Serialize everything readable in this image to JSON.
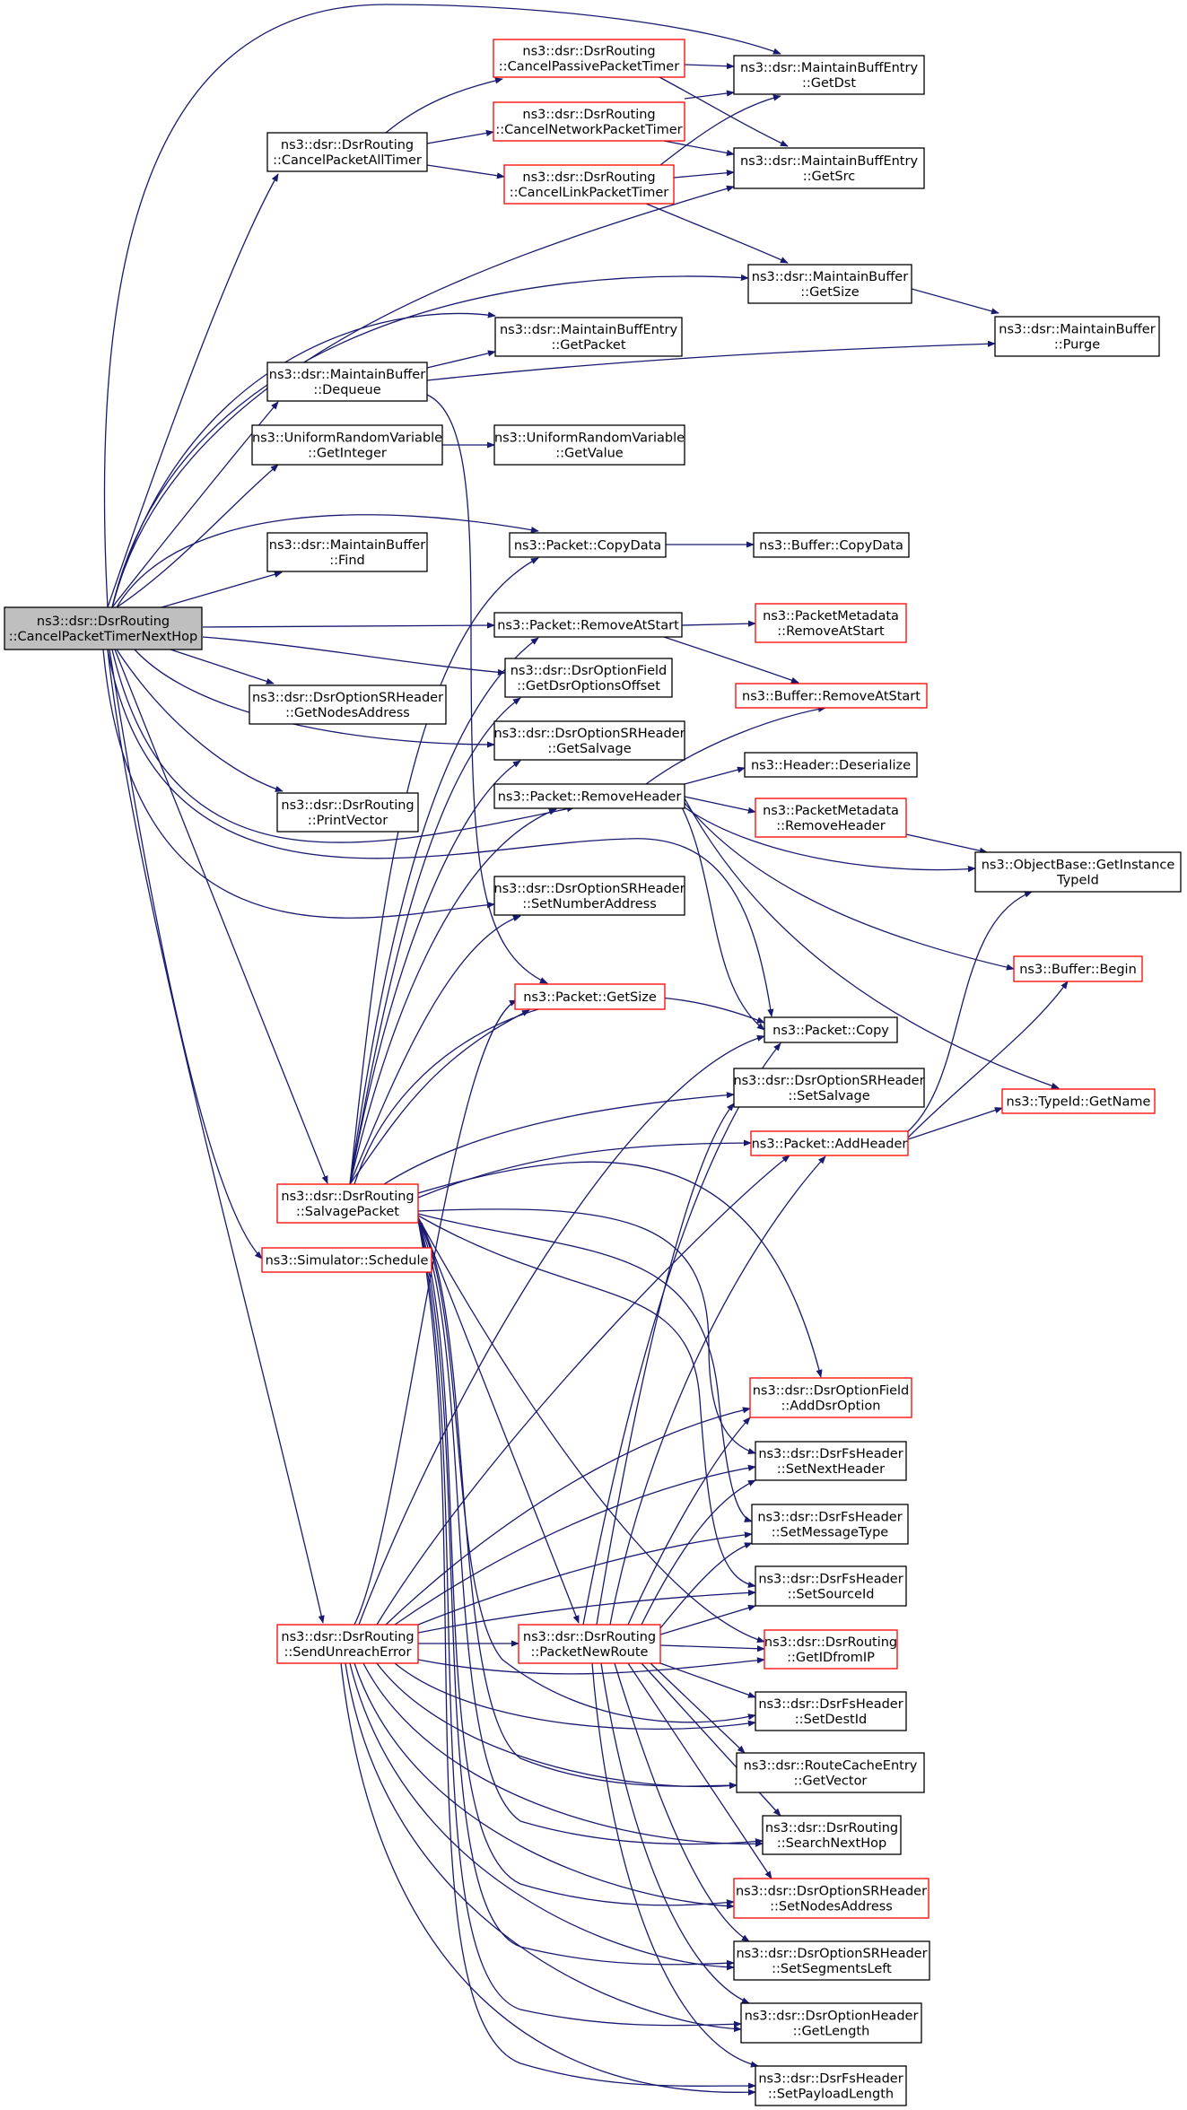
{
  "edge_color": "#191970",
  "nodes": [
    {
      "id": "root",
      "lines": [
        "ns3::dsr::DsrRouting",
        "::CancelPacketTimerNextHop"
      ],
      "style": "root"
    },
    {
      "id": "cpat",
      "lines": [
        "ns3::dsr::DsrRouting",
        "::CancelPacketAllTimer"
      ],
      "style": "normal"
    },
    {
      "id": "cppt",
      "lines": [
        "ns3::dsr::DsrRouting",
        "::CancelPassivePacketTimer"
      ],
      "style": "red"
    },
    {
      "id": "cnpt",
      "lines": [
        "ns3::dsr::DsrRouting",
        "::CancelNetworkPacketTimer"
      ],
      "style": "red"
    },
    {
      "id": "clpt",
      "lines": [
        "ns3::dsr::DsrRouting",
        "::CancelLinkPacketTimer"
      ],
      "style": "red"
    },
    {
      "id": "mbe_dst",
      "lines": [
        "ns3::dsr::MaintainBuffEntry",
        "::GetDst"
      ],
      "style": "normal"
    },
    {
      "id": "mbe_src",
      "lines": [
        "ns3::dsr::MaintainBuffEntry",
        "::GetSrc"
      ],
      "style": "normal"
    },
    {
      "id": "mb_size",
      "lines": [
        "ns3::dsr::MaintainBuffer",
        "::GetSize"
      ],
      "style": "normal"
    },
    {
      "id": "mb_purge",
      "lines": [
        "ns3::dsr::MaintainBuffer",
        "::Purge"
      ],
      "style": "normal"
    },
    {
      "id": "mbe_pkt",
      "lines": [
        "ns3::dsr::MaintainBuffEntry",
        "::GetPacket"
      ],
      "style": "normal"
    },
    {
      "id": "mb_deq",
      "lines": [
        "ns3::dsr::MaintainBuffer",
        "::Dequeue"
      ],
      "style": "normal"
    },
    {
      "id": "urv_int",
      "lines": [
        "ns3::UniformRandomVariable",
        "::GetInteger"
      ],
      "style": "normal"
    },
    {
      "id": "urv_val",
      "lines": [
        "ns3::UniformRandomVariable",
        "::GetValue"
      ],
      "style": "normal"
    },
    {
      "id": "mb_find",
      "lines": [
        "ns3::dsr::MaintainBuffer",
        "::Find"
      ],
      "style": "normal"
    },
    {
      "id": "pkt_copydata",
      "lines": [
        "ns3::Packet::CopyData"
      ],
      "style": "normal"
    },
    {
      "id": "buf_copydata",
      "lines": [
        "ns3::Buffer::CopyData"
      ],
      "style": "normal"
    },
    {
      "id": "pkt_ras",
      "lines": [
        "ns3::Packet::RemoveAtStart"
      ],
      "style": "normal"
    },
    {
      "id": "pm_ras",
      "lines": [
        "ns3::PacketMetadata",
        "::RemoveAtStart"
      ],
      "style": "red"
    },
    {
      "id": "buf_ras",
      "lines": [
        "ns3::Buffer::RemoveAtStart"
      ],
      "style": "red"
    },
    {
      "id": "dof_off",
      "lines": [
        "ns3::dsr::DsrOptionField",
        "::GetDsrOptionsOffset"
      ],
      "style": "normal"
    },
    {
      "id": "sr_getnodes",
      "lines": [
        "ns3::dsr::DsrOptionSRHeader",
        "::GetNodesAddress"
      ],
      "style": "normal"
    },
    {
      "id": "sr_getsalv",
      "lines": [
        "ns3::dsr::DsrOptionSRHeader",
        "::GetSalvage"
      ],
      "style": "normal"
    },
    {
      "id": "hdr_deser",
      "lines": [
        "ns3::Header::Deserialize"
      ],
      "style": "normal"
    },
    {
      "id": "pkt_rmhdr",
      "lines": [
        "ns3::Packet::RemoveHeader"
      ],
      "style": "normal"
    },
    {
      "id": "pm_rmhdr",
      "lines": [
        "ns3::PacketMetadata",
        "::RemoveHeader"
      ],
      "style": "red"
    },
    {
      "id": "printvec",
      "lines": [
        "ns3::dsr::DsrRouting",
        "::PrintVector"
      ],
      "style": "normal"
    },
    {
      "id": "ob_gitid",
      "lines": [
        "ns3::ObjectBase::GetInstance",
        "TypeId"
      ],
      "style": "normal"
    },
    {
      "id": "sr_setnum",
      "lines": [
        "ns3::dsr::DsrOptionSRHeader",
        "::SetNumberAddress"
      ],
      "style": "normal"
    },
    {
      "id": "buf_begin",
      "lines": [
        "ns3::Buffer::Begin"
      ],
      "style": "red"
    },
    {
      "id": "pkt_getsize",
      "lines": [
        "ns3::Packet::GetSize"
      ],
      "style": "red"
    },
    {
      "id": "pkt_copy",
      "lines": [
        "ns3::Packet::Copy"
      ],
      "style": "normal"
    },
    {
      "id": "sr_setsalv",
      "lines": [
        "ns3::dsr::DsrOptionSRHeader",
        "::SetSalvage"
      ],
      "style": "normal"
    },
    {
      "id": "tid_name",
      "lines": [
        "ns3::TypeId::GetName"
      ],
      "style": "red"
    },
    {
      "id": "pkt_addhdr",
      "lines": [
        "ns3::Packet::AddHeader"
      ],
      "style": "red"
    },
    {
      "id": "salvage",
      "lines": [
        "ns3::dsr::DsrRouting",
        "::SalvagePacket"
      ],
      "style": "red"
    },
    {
      "id": "sim_sched",
      "lines": [
        "ns3::Simulator::Schedule"
      ],
      "style": "red"
    },
    {
      "id": "dof_add",
      "lines": [
        "ns3::dsr::DsrOptionField",
        "::AddDsrOption"
      ],
      "style": "red"
    },
    {
      "id": "fs_next",
      "lines": [
        "ns3::dsr::DsrFsHeader",
        "::SetNextHeader"
      ],
      "style": "normal"
    },
    {
      "id": "fs_msg",
      "lines": [
        "ns3::dsr::DsrFsHeader",
        "::SetMessageType"
      ],
      "style": "normal"
    },
    {
      "id": "fs_src",
      "lines": [
        "ns3::dsr::DsrFsHeader",
        "::SetSourceId"
      ],
      "style": "normal"
    },
    {
      "id": "unreach",
      "lines": [
        "ns3::dsr::DsrRouting",
        "::SendUnreachError"
      ],
      "style": "red"
    },
    {
      "id": "newroute",
      "lines": [
        "ns3::dsr::DsrRouting",
        "::PacketNewRoute"
      ],
      "style": "red"
    },
    {
      "id": "getid",
      "lines": [
        "ns3::dsr::DsrRouting",
        "::GetIDfromIP"
      ],
      "style": "red"
    },
    {
      "id": "fs_dest",
      "lines": [
        "ns3::dsr::DsrFsHeader",
        "::SetDestId"
      ],
      "style": "normal"
    },
    {
      "id": "rce_vec",
      "lines": [
        "ns3::dsr::RouteCacheEntry",
        "::GetVector"
      ],
      "style": "normal"
    },
    {
      "id": "snh",
      "lines": [
        "ns3::dsr::DsrRouting",
        "::SearchNextHop"
      ],
      "style": "normal"
    },
    {
      "id": "sr_setnodes",
      "lines": [
        "ns3::dsr::DsrOptionSRHeader",
        "::SetNodesAddress"
      ],
      "style": "red"
    },
    {
      "id": "sr_setseg",
      "lines": [
        "ns3::dsr::DsrOptionSRHeader",
        "::SetSegmentsLeft"
      ],
      "style": "normal"
    },
    {
      "id": "oh_len",
      "lines": [
        "ns3::dsr::DsrOptionHeader",
        "::GetLength"
      ],
      "style": "normal"
    },
    {
      "id": "fs_paylen",
      "lines": [
        "ns3::dsr::DsrFsHeader",
        "::SetPayloadLength"
      ],
      "style": "normal"
    }
  ]
}
